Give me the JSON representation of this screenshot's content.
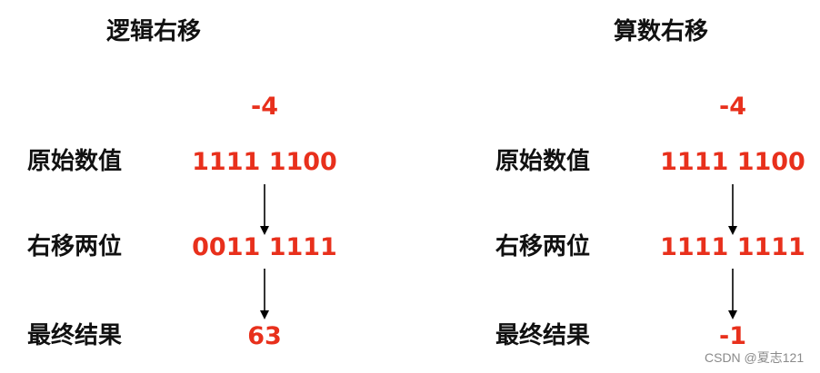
{
  "colors": {
    "value": "#e8301c",
    "label": "#111111",
    "arrow": "#000000",
    "watermark": "#8a8a8a"
  },
  "left": {
    "title": "逻辑右移",
    "decimal": "-4",
    "labels": [
      "原始数值",
      "右移两位",
      "最终结果"
    ],
    "values": [
      "1111 1100",
      "0011 1111",
      "63"
    ]
  },
  "right": {
    "title": "算数右移",
    "decimal": "-4",
    "labels": [
      "原始数值",
      "右移两位",
      "最终结果"
    ],
    "values": [
      "1111 1100",
      "1111 1111",
      "-1"
    ]
  },
  "watermark": "CSDN @夏志121"
}
